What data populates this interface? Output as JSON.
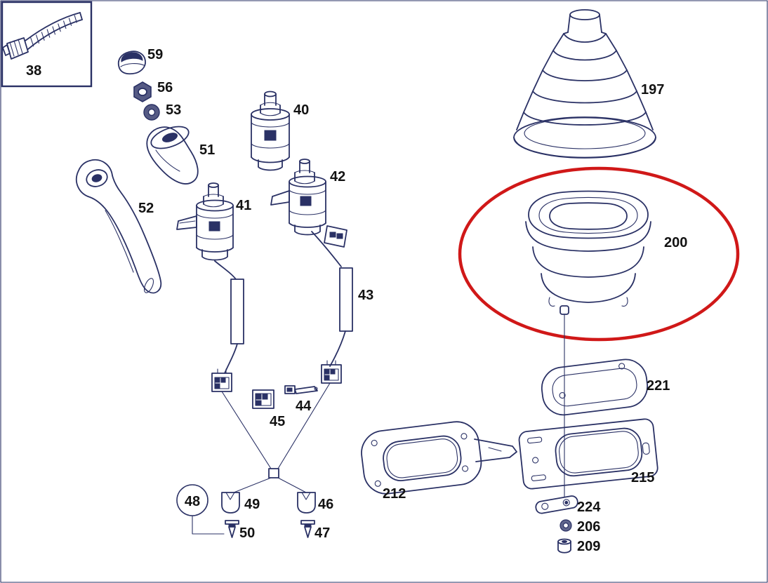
{
  "diagram": {
    "description": "Exploded technical parts diagram of a gear shift assembly with rubber boots, levers, switches, connectors and mounting plates; part 200 is circled in red",
    "colors": {
      "line": "#2a3165",
      "text": "#121212",
      "highlight": "#d01818",
      "background": "#ffffff"
    },
    "highlighted_part": "200",
    "parts": [
      {
        "number": "38"
      },
      {
        "number": "59"
      },
      {
        "number": "56"
      },
      {
        "number": "53"
      },
      {
        "number": "51"
      },
      {
        "number": "52"
      },
      {
        "number": "40"
      },
      {
        "number": "41"
      },
      {
        "number": "42"
      },
      {
        "number": "43"
      },
      {
        "number": "44"
      },
      {
        "number": "45"
      },
      {
        "number": "46"
      },
      {
        "number": "47"
      },
      {
        "number": "48"
      },
      {
        "number": "49"
      },
      {
        "number": "50"
      },
      {
        "number": "197"
      },
      {
        "number": "200"
      },
      {
        "number": "221"
      },
      {
        "number": "215"
      },
      {
        "number": "212"
      },
      {
        "number": "224"
      },
      {
        "number": "206"
      },
      {
        "number": "209"
      }
    ]
  }
}
